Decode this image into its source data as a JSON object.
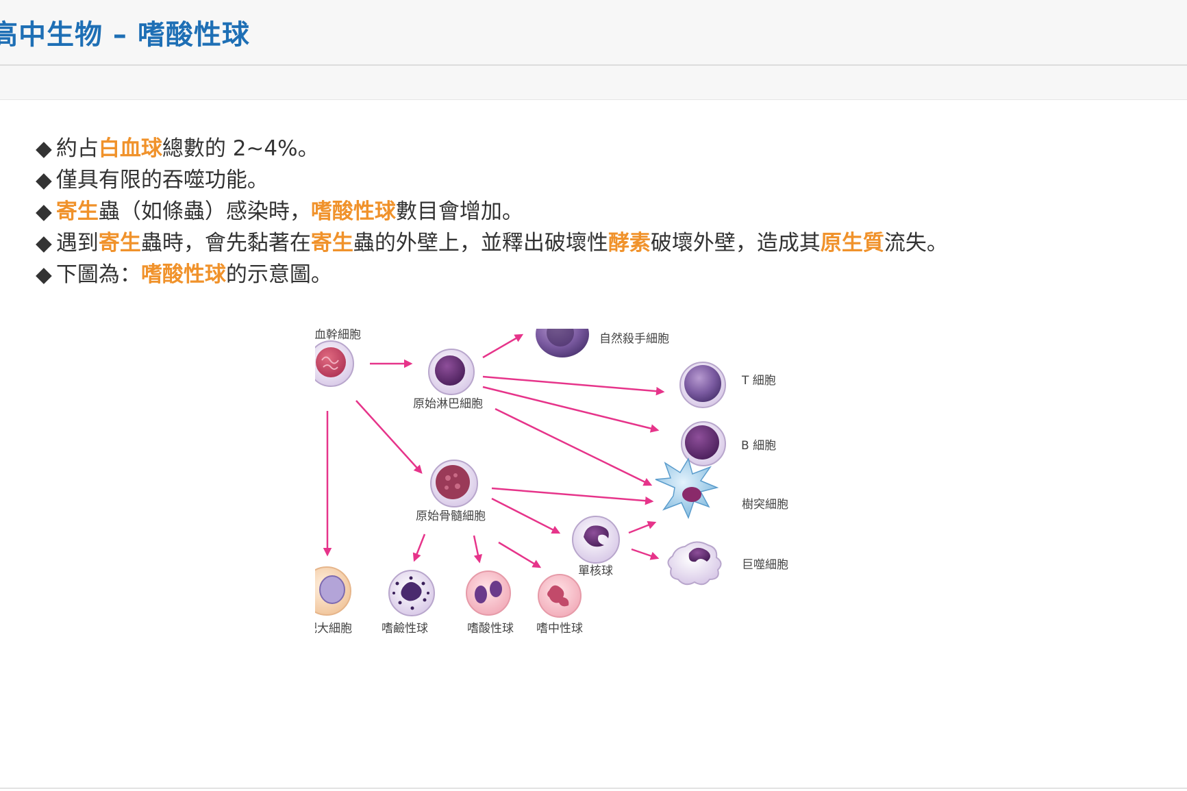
{
  "header": {
    "title": "高中生物 – 嗜酸性球"
  },
  "bullets": [
    {
      "segments": [
        {
          "text": "約占"
        },
        {
          "text": "白血球",
          "hl": true
        },
        {
          "text": "總數的 2~4%。"
        }
      ]
    },
    {
      "segments": [
        {
          "text": "僅具有限的吞噬功能。"
        }
      ]
    },
    {
      "segments": [
        {
          "text": "寄生",
          "hl": true
        },
        {
          "text": "蟲（如條蟲）感染時，"
        },
        {
          "text": "嗜酸性球",
          "hl": true
        },
        {
          "text": "數目會增加。"
        }
      ]
    },
    {
      "segments": [
        {
          "text": "遇到"
        },
        {
          "text": "寄生",
          "hl": true
        },
        {
          "text": "蟲時，會先黏著在"
        },
        {
          "text": "寄生",
          "hl": true
        },
        {
          "text": "蟲的外壁上，並釋出破壞性"
        },
        {
          "text": "酵素",
          "hl": true
        },
        {
          "text": "破壞外壁，造成其"
        },
        {
          "text": "原生質",
          "hl": true
        },
        {
          "text": "流失。"
        }
      ]
    },
    {
      "segments": [
        {
          "text": "下圖為："
        },
        {
          "text": "嗜酸性球",
          "hl": true
        },
        {
          "text": "的示意圖。"
        }
      ]
    }
  ],
  "bullet_symbol": "◆",
  "diagram": {
    "labels": {
      "stem": "造血幹細胞",
      "nk": "自然殺手細胞",
      "lymph_progenitor": "原始淋巴細胞",
      "t_cell": "T 細胞",
      "b_cell": "B 細胞",
      "myeloid_progenitor": "原始骨髓細胞",
      "dendritic": "樹突細胞",
      "monocyte": "單核球",
      "macrophage": "巨噬細胞",
      "mast": "肥大細胞",
      "basophil": "嗜鹼性球",
      "eosinophil": "嗜酸性球",
      "neutrophil": "嗜中性球"
    }
  },
  "colors": {
    "title": "#1e6fb5",
    "highlight": "#f0922b",
    "arrow": "#e6348a",
    "body_text": "#333333"
  }
}
